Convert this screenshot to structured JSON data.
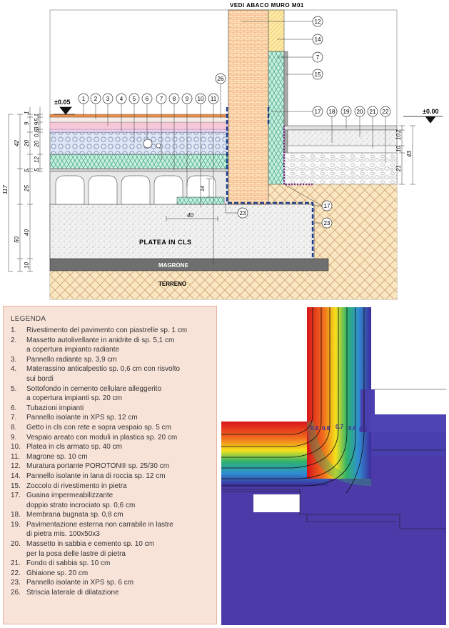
{
  "drawing": {
    "title": "VEDI ABACO MURO M01",
    "level_left": "±0.05",
    "level_right": "±0.00",
    "labels": {
      "platea": "PLATEA IN CLS",
      "magrone": "MAGRONE",
      "terreno": "TERRENO"
    },
    "left_dims": [
      "1",
      "9",
      "20",
      "5",
      "25",
      "42",
      "117",
      "50",
      "40",
      "10"
    ],
    "left_dims_inner": [
      "5.1",
      "3.9",
      "0.6",
      "12",
      "5",
      "20"
    ],
    "right_dims": [
      "10",
      "10",
      "21",
      "43",
      "2"
    ],
    "other_dims": [
      "40",
      "14"
    ],
    "callouts_top": [
      "1",
      "2",
      "3",
      "4",
      "5",
      "6",
      "7",
      "8",
      "9",
      "10",
      "11"
    ],
    "callouts_right_top": [
      "12",
      "14",
      "7",
      "15"
    ],
    "callouts_right_row": [
      "17",
      "18",
      "19",
      "20",
      "21",
      "22"
    ],
    "callouts_misc": [
      "26",
      "23",
      "17",
      "23"
    ]
  },
  "legend": {
    "title": "LEGENDA",
    "items": [
      {
        "n": "1.",
        "lines": [
          "Rivestimento del pavimento con piastrelle sp. 1 cm"
        ]
      },
      {
        "n": "2.",
        "lines": [
          "Massetto autolivellante in anidrite di sp. 5,1 cm",
          "a copertura impianto radiante"
        ]
      },
      {
        "n": "3.",
        "lines": [
          "Pannello radiante sp. 3,9 cm"
        ]
      },
      {
        "n": "4.",
        "lines": [
          "Materassino anticalpestio sp. 0,6 cm con risvolto",
          "sui bordi"
        ]
      },
      {
        "n": "5.",
        "lines": [
          "Sottofondo in cemento cellulare alleggerito",
          "a copertura impianti sp. 20 cm"
        ]
      },
      {
        "n": "6.",
        "lines": [
          "Tubazioni impianti"
        ]
      },
      {
        "n": "7.",
        "lines": [
          "Pannello isolante in XPS sp. 12 cm"
        ]
      },
      {
        "n": "8.",
        "lines": [
          "Getto in cls con rete e sopra vespaio sp. 5 cm"
        ]
      },
      {
        "n": "9.",
        "lines": [
          "Vespaio areato con moduli in plastica sp. 20 cm"
        ]
      },
      {
        "n": "10.",
        "lines": [
          "Platea in cls armato sp. 40 cm"
        ]
      },
      {
        "n": "11.",
        "lines": [
          "Magrone sp. 10 cm"
        ]
      },
      {
        "n": "12.",
        "lines": [
          "Muratura portante POROTON® sp. 25/30 cm"
        ]
      },
      {
        "n": "14.",
        "lines": [
          "Pannello isolante in lana di roccia sp. 12 cm"
        ]
      },
      {
        "n": "15.",
        "lines": [
          "Zoccolo di rivestimento in pietra"
        ]
      },
      {
        "n": "17.",
        "lines": [
          "Guaina impermeabilizzante",
          "doppio strato incrociato sp. 0,6 cm"
        ]
      },
      {
        "n": "18.",
        "lines": [
          "Membrana bugnata sp. 0,8 cm"
        ]
      },
      {
        "n": "19.",
        "lines": [
          "Pavimentazione esterna non carrabile in lastre",
          "di pietra mis. 100x50x3"
        ]
      },
      {
        "n": "20.",
        "lines": [
          "Massetto in sabbia e cemento sp. 10 cm",
          "per la posa delle lastre di pietra"
        ]
      },
      {
        "n": "21.",
        "lines": [
          "Fondo di sabbia sp. 10 cm"
        ]
      },
      {
        "n": "22.",
        "lines": [
          "Ghiaione sp. 20 cm"
        ]
      },
      {
        "n": "23.",
        "lines": [
          "Pannello isolante in XPS sp. 6 cm"
        ]
      },
      {
        "n": "26.",
        "lines": [
          "Striscia laterale di dilatazione"
        ]
      }
    ]
  },
  "thermal": {
    "isotherm_labels": [
      "0.9",
      "0.8",
      "0.7",
      "0.6",
      "0.5"
    ],
    "colors": {
      "hot": "#d9141a",
      "warm": "#f4e21c",
      "mid": "#2fb36b",
      "cool": "#2f8fd1",
      "cold": "#3d2a9c"
    }
  }
}
